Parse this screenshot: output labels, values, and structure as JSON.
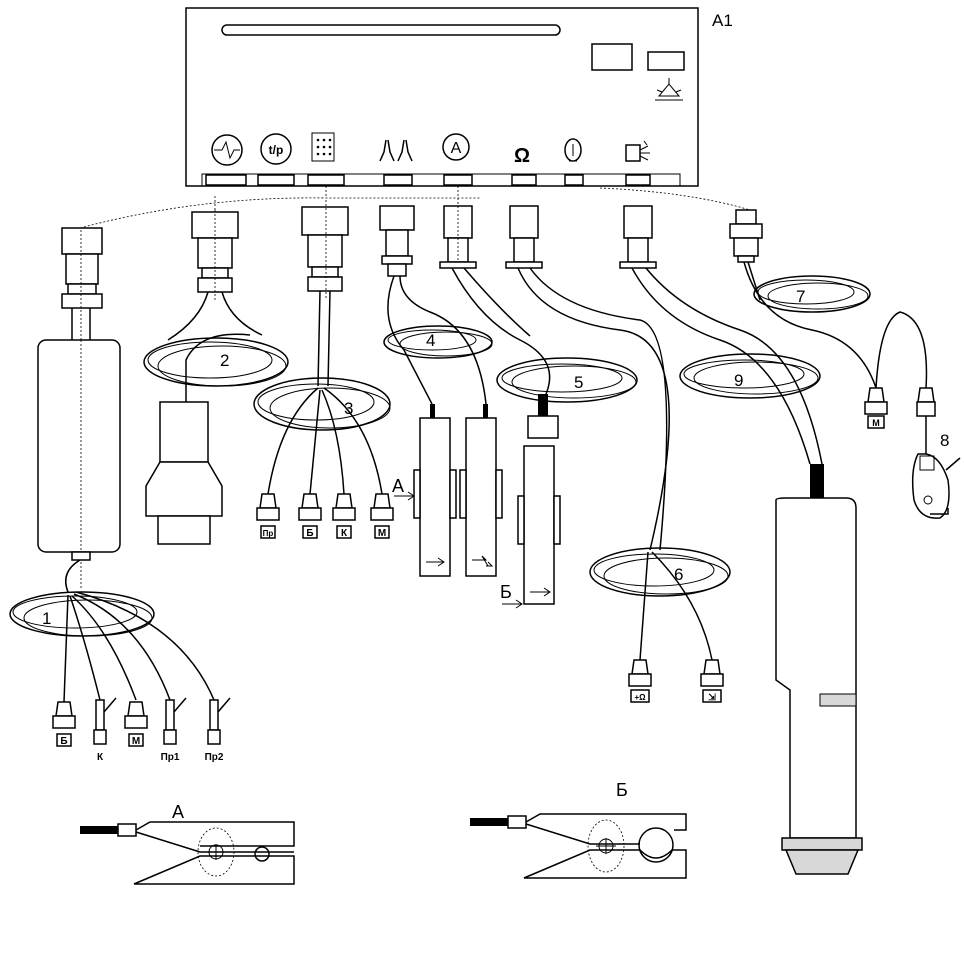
{
  "device": {
    "label": "А1"
  },
  "panel_icons": [
    "oscilloscope-icon",
    "temperature-pressure-icon",
    "diagnostic-connector-icon",
    "injector-icon",
    "ammeter-icon",
    "ohmmeter-icon",
    "lamp-icon",
    "stroboscope-icon"
  ],
  "panel_icon_text": {
    "tp": "t/p",
    "ammeter": "A",
    "ohm": "Ω"
  },
  "cables": [
    {
      "number": "1",
      "connectors": [
        "Б",
        "К",
        "М",
        "Пр1",
        "Пр2"
      ]
    },
    {
      "number": "2"
    },
    {
      "number": "3",
      "connectors": [
        "Пр",
        "Б",
        "К",
        "М"
      ]
    },
    {
      "number": "4"
    },
    {
      "number": "5"
    },
    {
      "number": "6",
      "connectors": [
        "+Ω",
        "⇲"
      ]
    },
    {
      "number": "7",
      "connectors": [
        "М"
      ]
    },
    {
      "number": "8"
    },
    {
      "number": "9"
    }
  ],
  "clamp_markers": {
    "a": "А",
    "b": "Б"
  },
  "clamp_details": [
    {
      "title": "А"
    },
    {
      "title": "Б"
    }
  ],
  "colors": {
    "line": "#000000",
    "background": "#ffffff"
  }
}
